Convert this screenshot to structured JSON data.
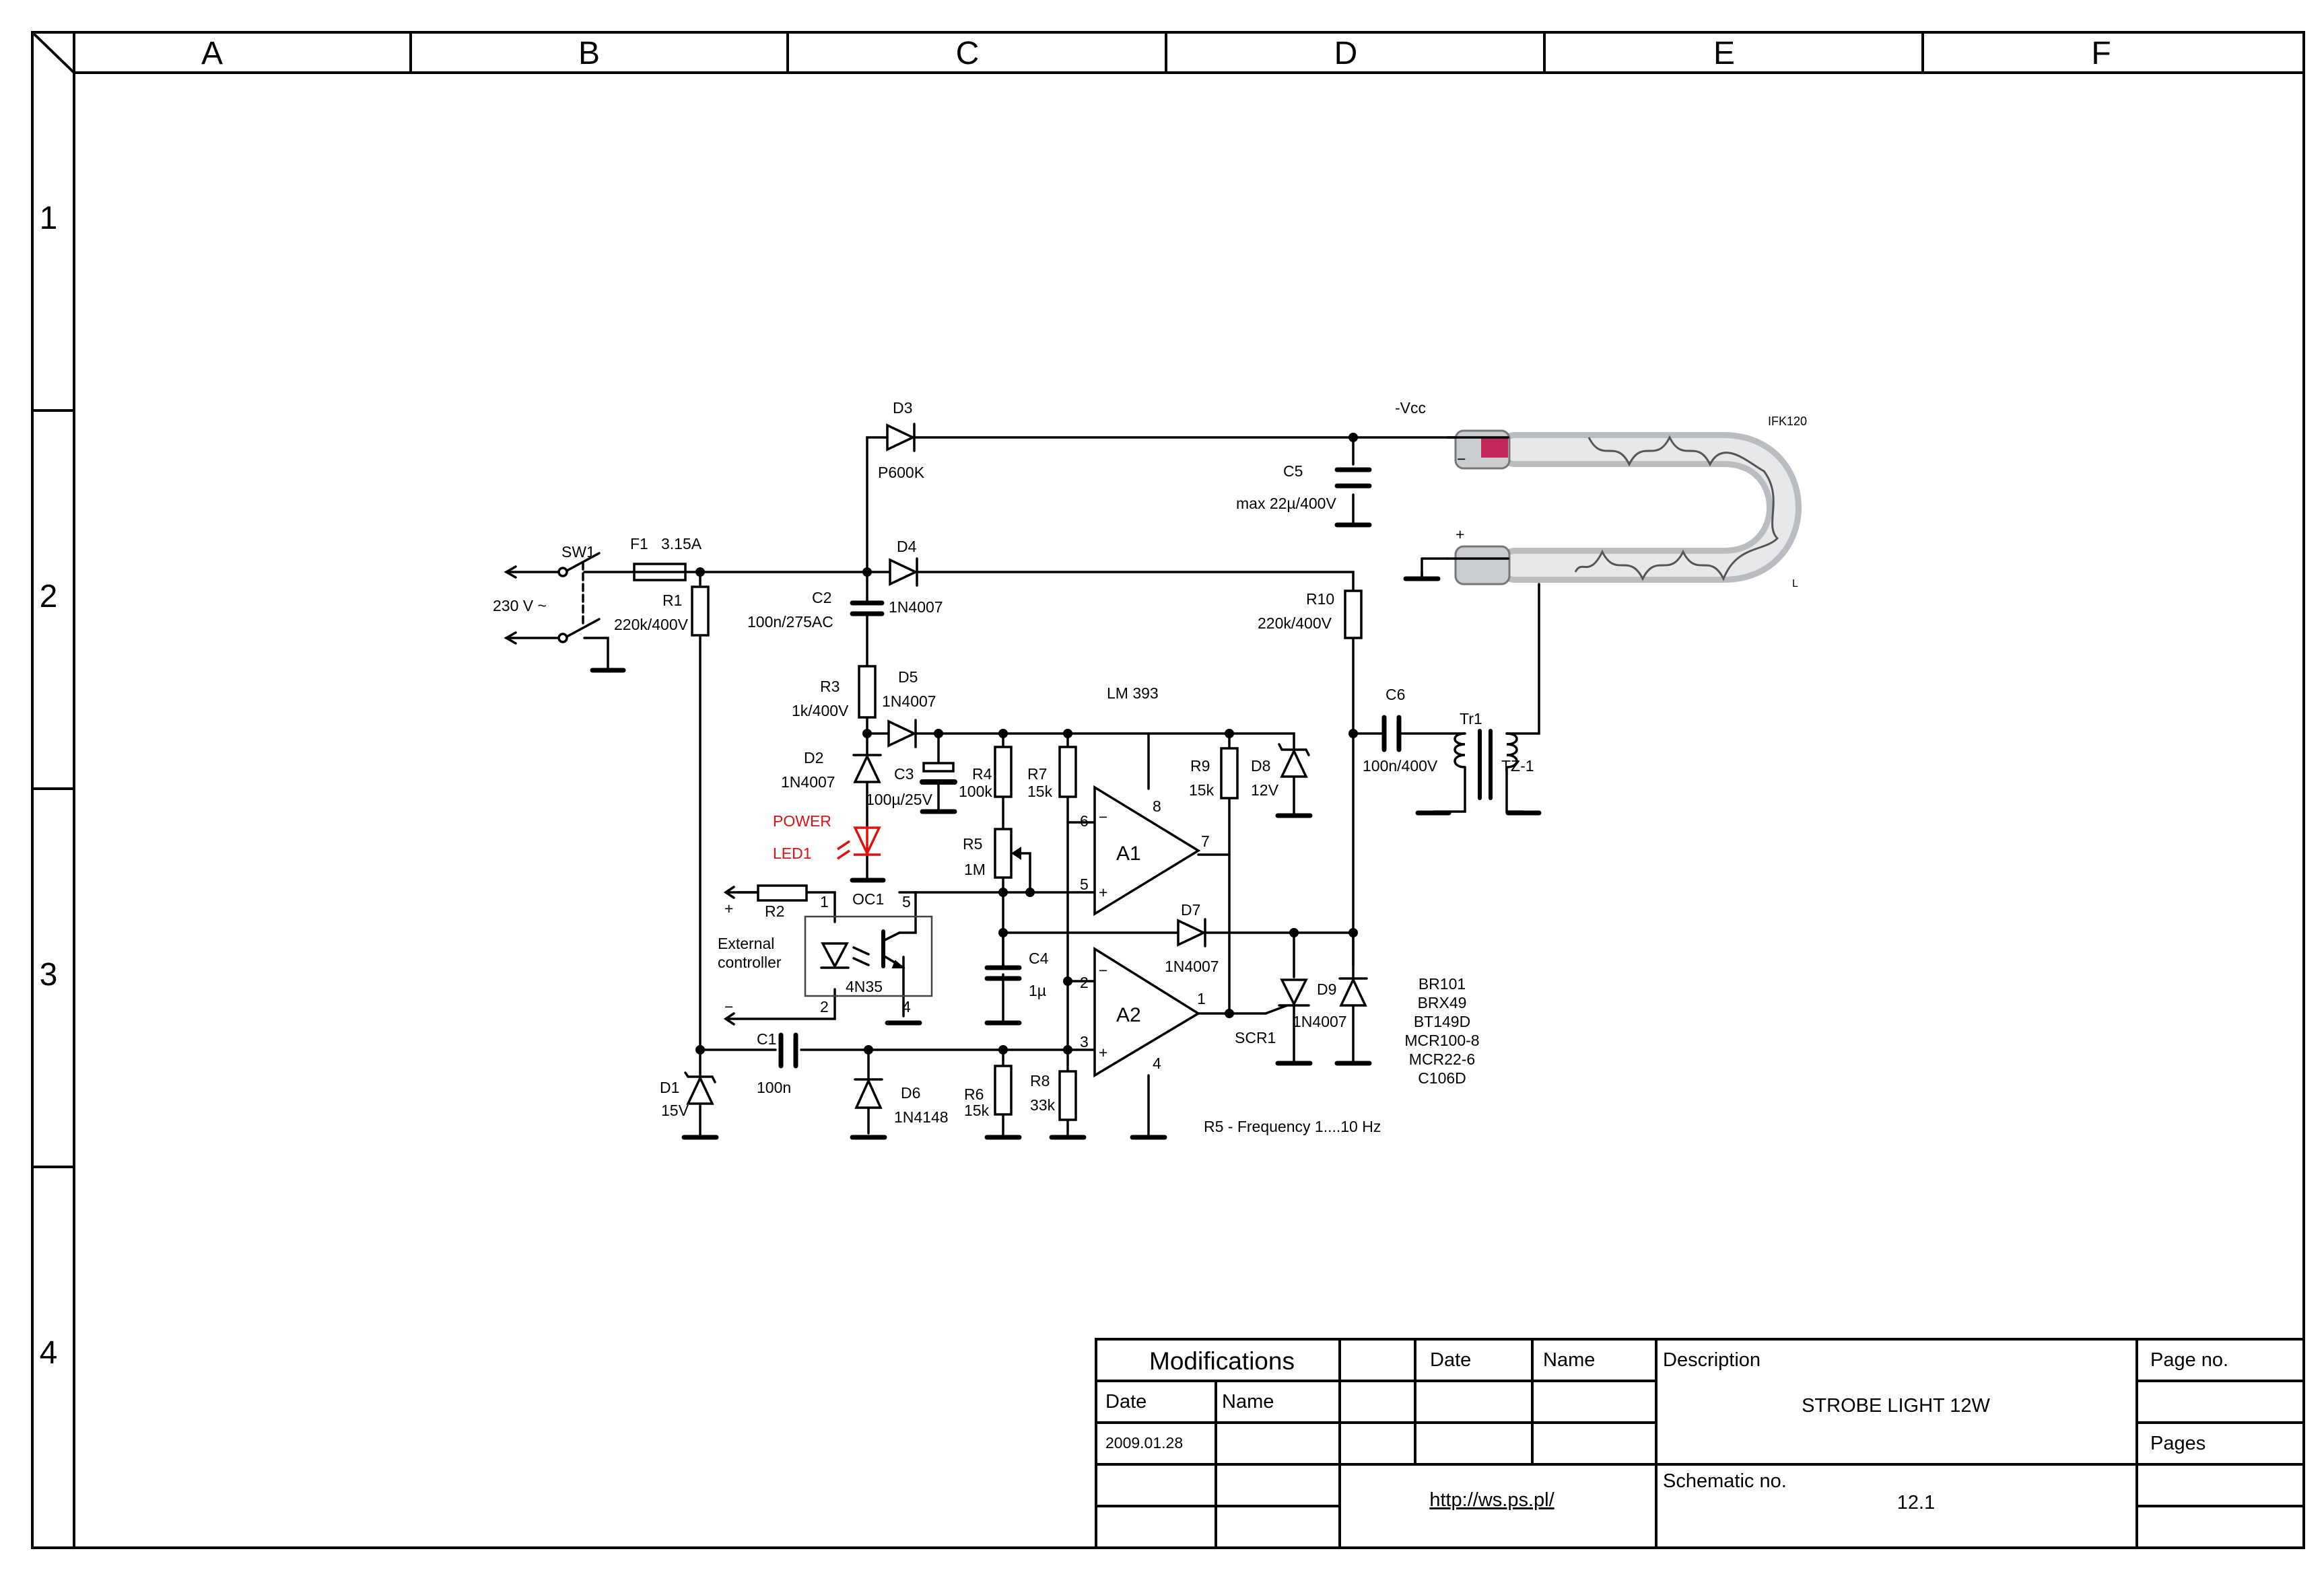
{
  "grid": {
    "columns": [
      "A",
      "B",
      "C",
      "D",
      "E",
      "F"
    ],
    "rows": [
      "1",
      "2",
      "3",
      "4"
    ]
  },
  "title_block": {
    "modifications": "Modifications",
    "date_header": "Date",
    "name_header": "Name",
    "date_header2": "Date",
    "name_header2": "Name",
    "date_value": "2009.01.28",
    "url": "http://ws.ps.pl/",
    "description_label": "Description",
    "description_value": "STROBE LIGHT 12W",
    "page_no_label": "Page no.",
    "pages_label": "Pages",
    "schematic_no_label": "Schematic no.",
    "schematic_no_value": "12.1"
  },
  "schematic": {
    "mains": "230 V ~",
    "sw1": "SW1",
    "f1": "F1",
    "f1_value": "3.15A",
    "r1": "R1",
    "r1_value": "220k/400V",
    "d3": "D3",
    "d3_value": "P600K",
    "vcc": "-Vcc",
    "c5": "C5",
    "c5_value": "max 22µ/400V",
    "lamp": "IFK120",
    "minus": "−",
    "plus": "+",
    "lamp_l": "L",
    "c2": "C2",
    "c2_value": "100n/275AC",
    "d4": "D4",
    "d4_value": "1N4007",
    "r10": "R10",
    "r10_value": "220k/400V",
    "r3": "R3",
    "r3_value": "1k/400V",
    "d5": "D5",
    "d5_value": "1N4007",
    "lm": "LM 393",
    "c6": "C6",
    "c6_value": "100n/400V",
    "tr1": "Tr1",
    "tz1": "TZ-1",
    "d2": "D2",
    "d2_value": "1N4007",
    "c3": "C3",
    "c3_value": "100µ/25V",
    "r4": "R4",
    "r4_value": "100k",
    "r7": "R7",
    "r7_value": "15k",
    "r9": "R9",
    "r9_value": "15k",
    "d8": "D8",
    "d8_value": "12V",
    "power": "POWER",
    "led1": "LED1",
    "r5": "R5",
    "r5_value": "1M",
    "a1": "A1",
    "a2": "A2",
    "pin6": "6",
    "pin5": "5",
    "pin8": "8",
    "pin7": "7",
    "pin2": "2",
    "pin3": "3",
    "pin1": "1",
    "pin4": "4",
    "oc1": "OC1",
    "oc_pin1": "1",
    "oc_pin2": "2",
    "oc_pin4": "4",
    "oc_pin5": "5",
    "r2": "R2",
    "ext_plus": "+",
    "ext_minus": "−",
    "ext1": "External",
    "ext2": "controller",
    "oc_part": "4N35",
    "d7": "D7",
    "d7_value": "1N4007",
    "c4": "C4",
    "c4_value": "1µ",
    "scr1": "SCR1",
    "d9": "D9",
    "d9_value": "1N4007",
    "scr_types": [
      "BR101",
      "BRX49",
      "BT149D",
      "MCR100-8",
      "MCR22-6",
      "C106D"
    ],
    "c1": "C1",
    "c1_value": "100n",
    "d1": "D1",
    "d1_value": "15V",
    "d6": "D6",
    "d6_value": "1N4148",
    "r6": "R6",
    "r6_value": "15k",
    "r8": "R8",
    "r8_value": "33k",
    "note": "R5 - Frequency 1....10 Hz"
  }
}
